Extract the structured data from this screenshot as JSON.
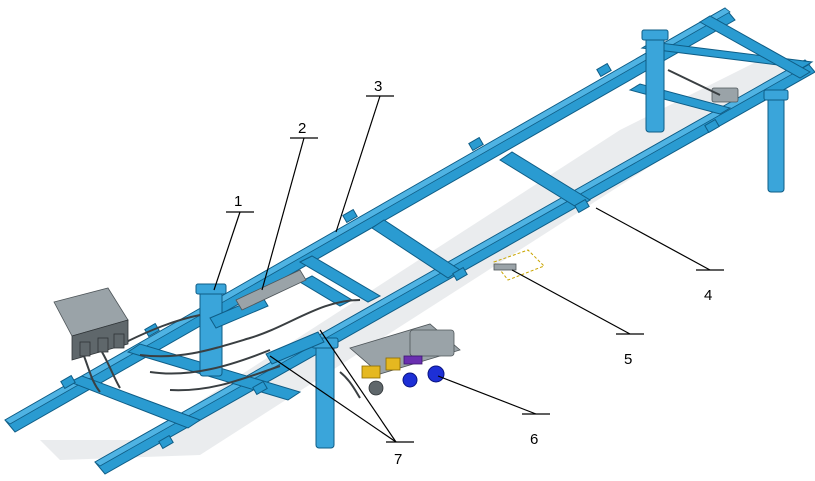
{
  "callouts": [
    {
      "id": "1",
      "label": "1"
    },
    {
      "id": "2",
      "label": "2"
    },
    {
      "id": "3",
      "label": "3"
    },
    {
      "id": "4",
      "label": "4"
    },
    {
      "id": "5",
      "label": "5"
    },
    {
      "id": "6",
      "label": "6"
    },
    {
      "id": "7",
      "label": "7"
    }
  ],
  "colors": {
    "frame": "#2a9bd1",
    "frame_edge": "#0f5d86",
    "frame_highlight": "#4fb3e3",
    "components": "#9aa3a8",
    "accent_purple": "#6a2fb0",
    "accent_blue": "#1d2fd6",
    "accent_yellow": "#e5b820"
  },
  "icons": [
    "chassis-frame",
    "hydraulic-jack",
    "valve-block",
    "pump-unit",
    "cylinder",
    "hose"
  ]
}
